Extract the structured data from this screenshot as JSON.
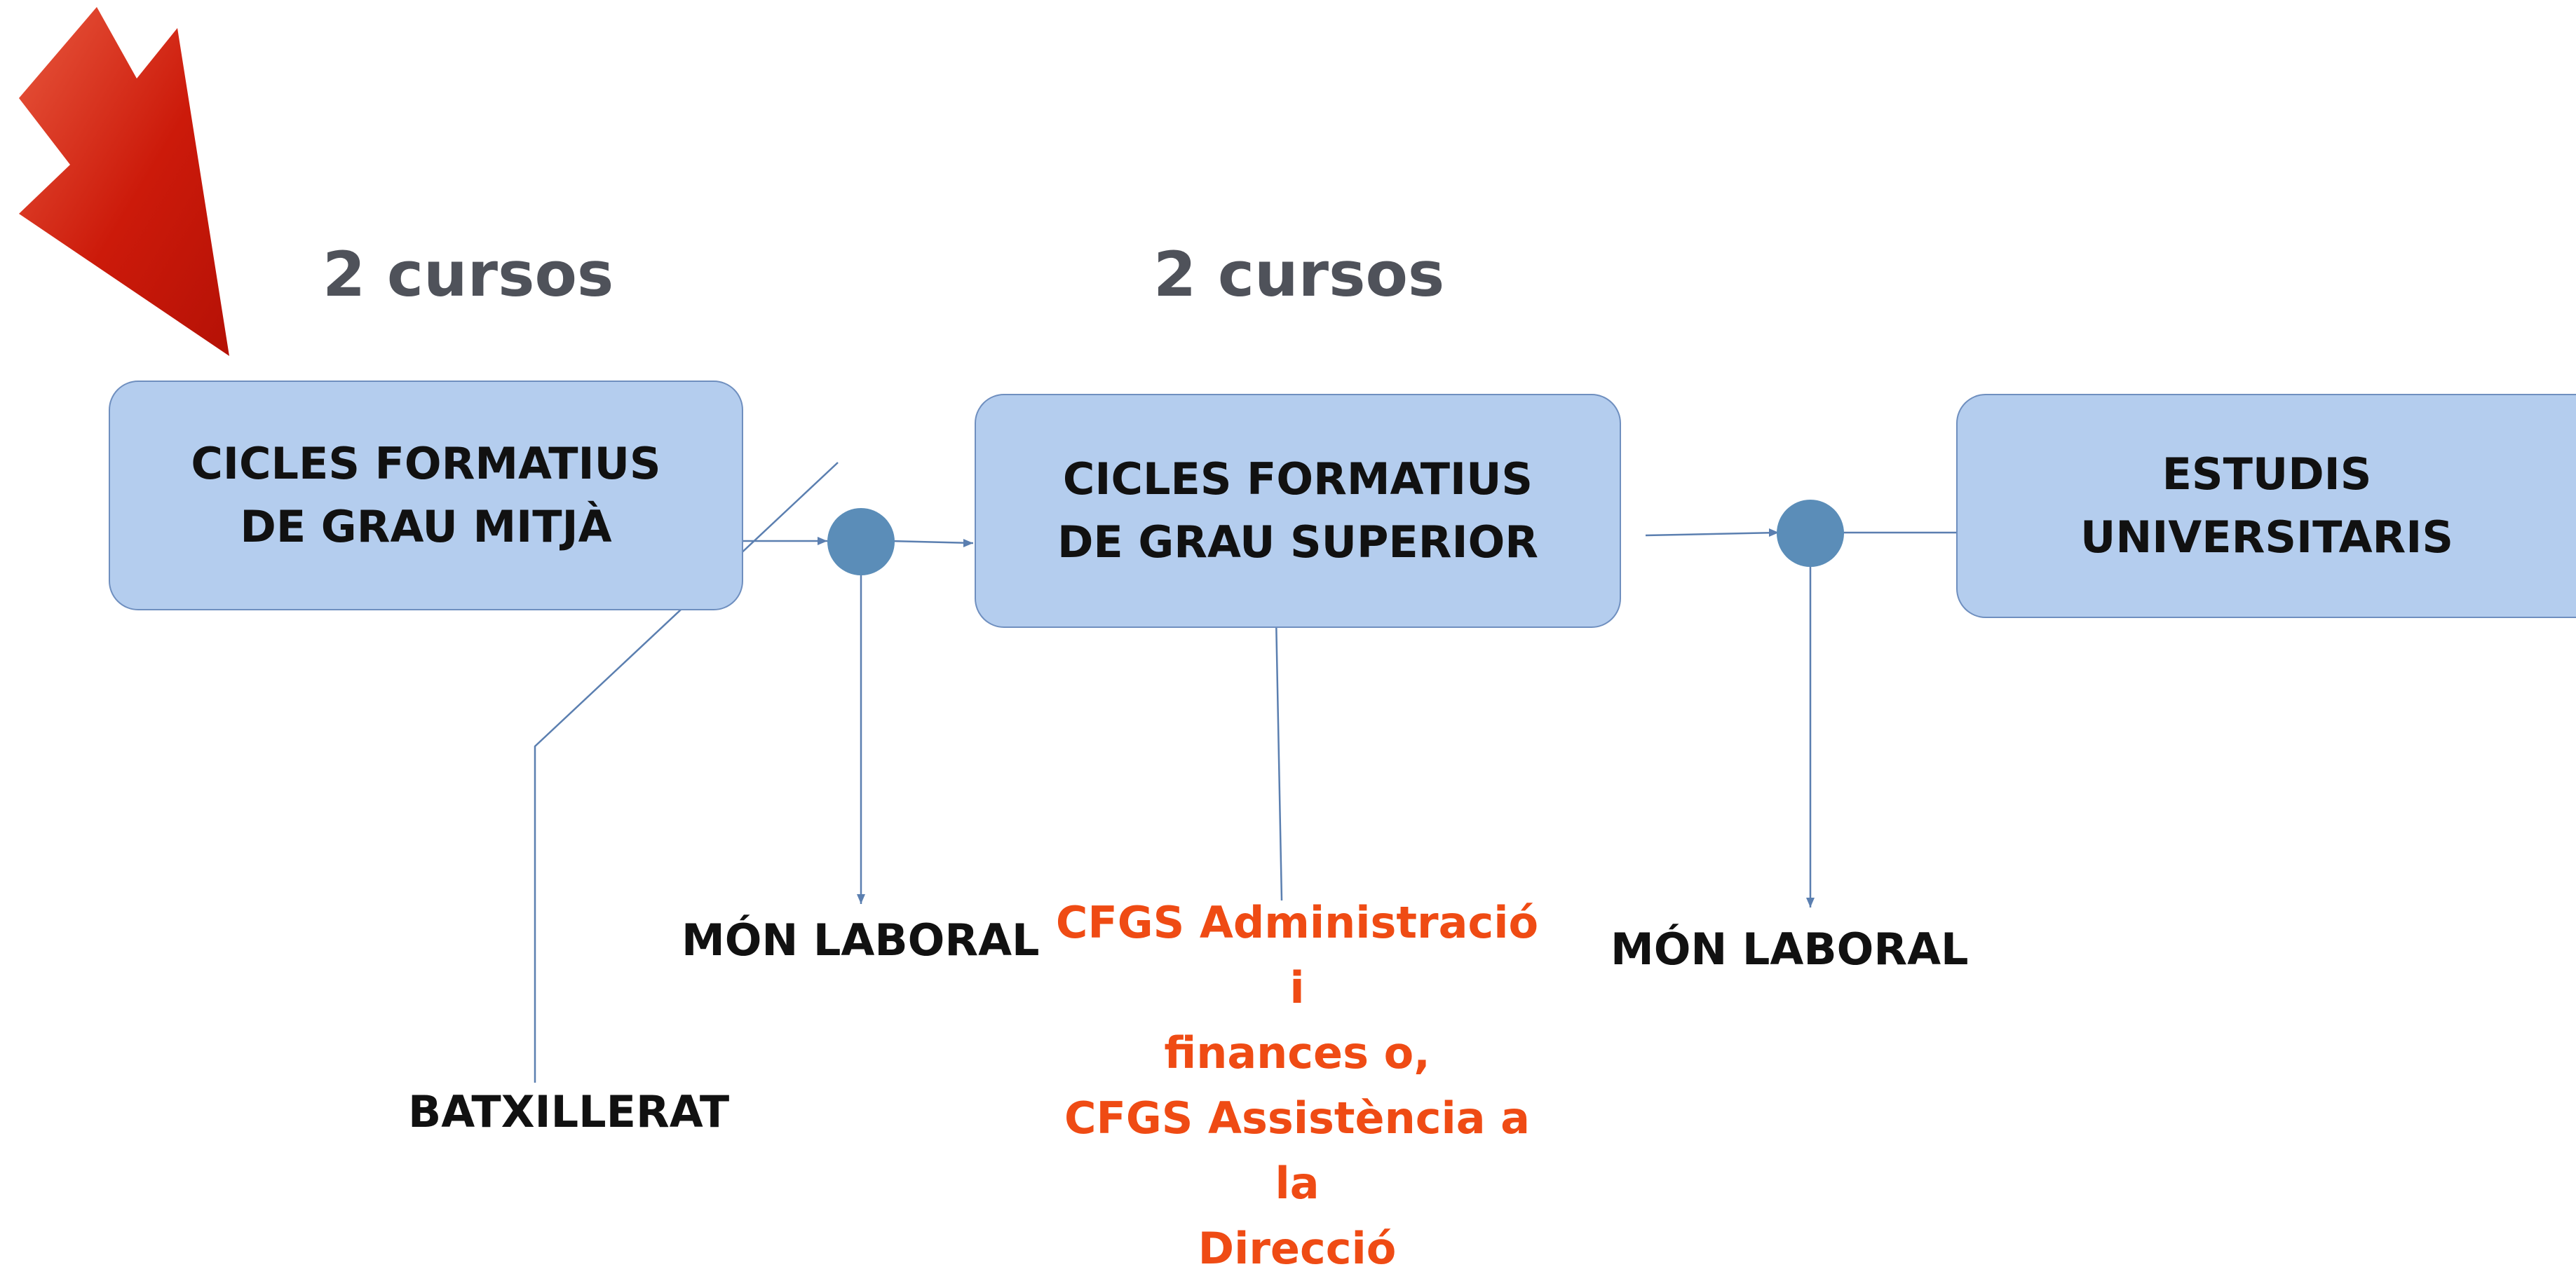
{
  "durations": [
    "2 cursos",
    "2 cursos"
  ],
  "boxes": {
    "grau_mitja": "CICLES FORMATIUS\nDE GRAU MITJÀ",
    "grau_superior": "CICLES FORMATIUS\nDE GRAU SUPERIOR",
    "universitaris": "ESTUDIS\nUNIVERSITARIS"
  },
  "labels": {
    "mon_laboral_1": "MÓN LABORAL",
    "mon_laboral_2": "MÓN LABORAL",
    "batxillerat": "BATXILLERAT"
  },
  "cfgs_options": "CFGS Administració i\nfinances o,\nCFGS Assistència a la\nDirecció",
  "colors": {
    "box_fill": "#b4cdee",
    "node_fill": "#5b8db8",
    "connector": "#5b7fb0",
    "note": "#ef4b14",
    "arrow": "#cc1a0a"
  }
}
